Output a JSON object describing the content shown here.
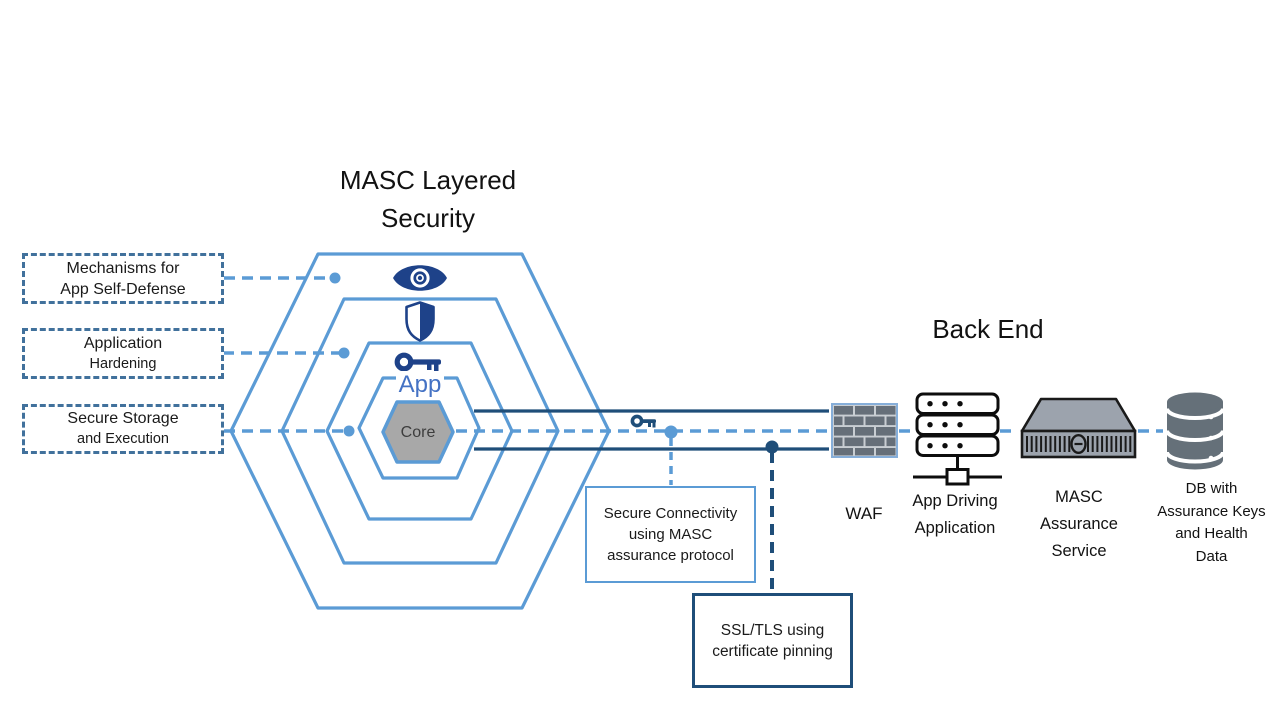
{
  "title": "MASC Layered\nSecurity",
  "layers": {
    "boxes": [
      {
        "line1": "Mechanisms for",
        "line2": "App Self-Defense"
      },
      {
        "line1": "Application",
        "line2": "Hardening"
      },
      {
        "line1": "Secure Storage",
        "line2": "and Execution"
      }
    ],
    "app_label": "App",
    "core_label": "Core",
    "icons": [
      "eye-icon",
      "shield-icon",
      "key-icon"
    ]
  },
  "connection": {
    "key_icon": "key-icon",
    "callouts": [
      {
        "text": "Secure Connectivity\nusing MASC\nassurance protocol"
      },
      {
        "text": "SSL/TLS using\ncertificate pinning"
      }
    ]
  },
  "backend": {
    "title": "Back End",
    "nodes": [
      {
        "label": "WAF",
        "icon": "firewall-brick-wall-icon"
      },
      {
        "label": "App Driving\nApplication",
        "icon": "server-rack-icon"
      },
      {
        "label": "MASC\nAssurance\nService",
        "icon": "network-appliance-icon"
      },
      {
        "label": "DB with\nAssurance Keys\nand Health\nData",
        "icon": "database-cylinder-icon"
      }
    ]
  },
  "colors": {
    "hexagon_blue": "#5B9BD5",
    "dashed_border_blue": "#41719C",
    "dark_navy": "#1F4E79",
    "icon_navy": "#1E4289",
    "core_gray": "#A8A8A8",
    "app_text_blue": "#4472C4",
    "device_gray": "#9CA3AD",
    "database_gray": "#657079",
    "brick_gray": "#666F79"
  }
}
